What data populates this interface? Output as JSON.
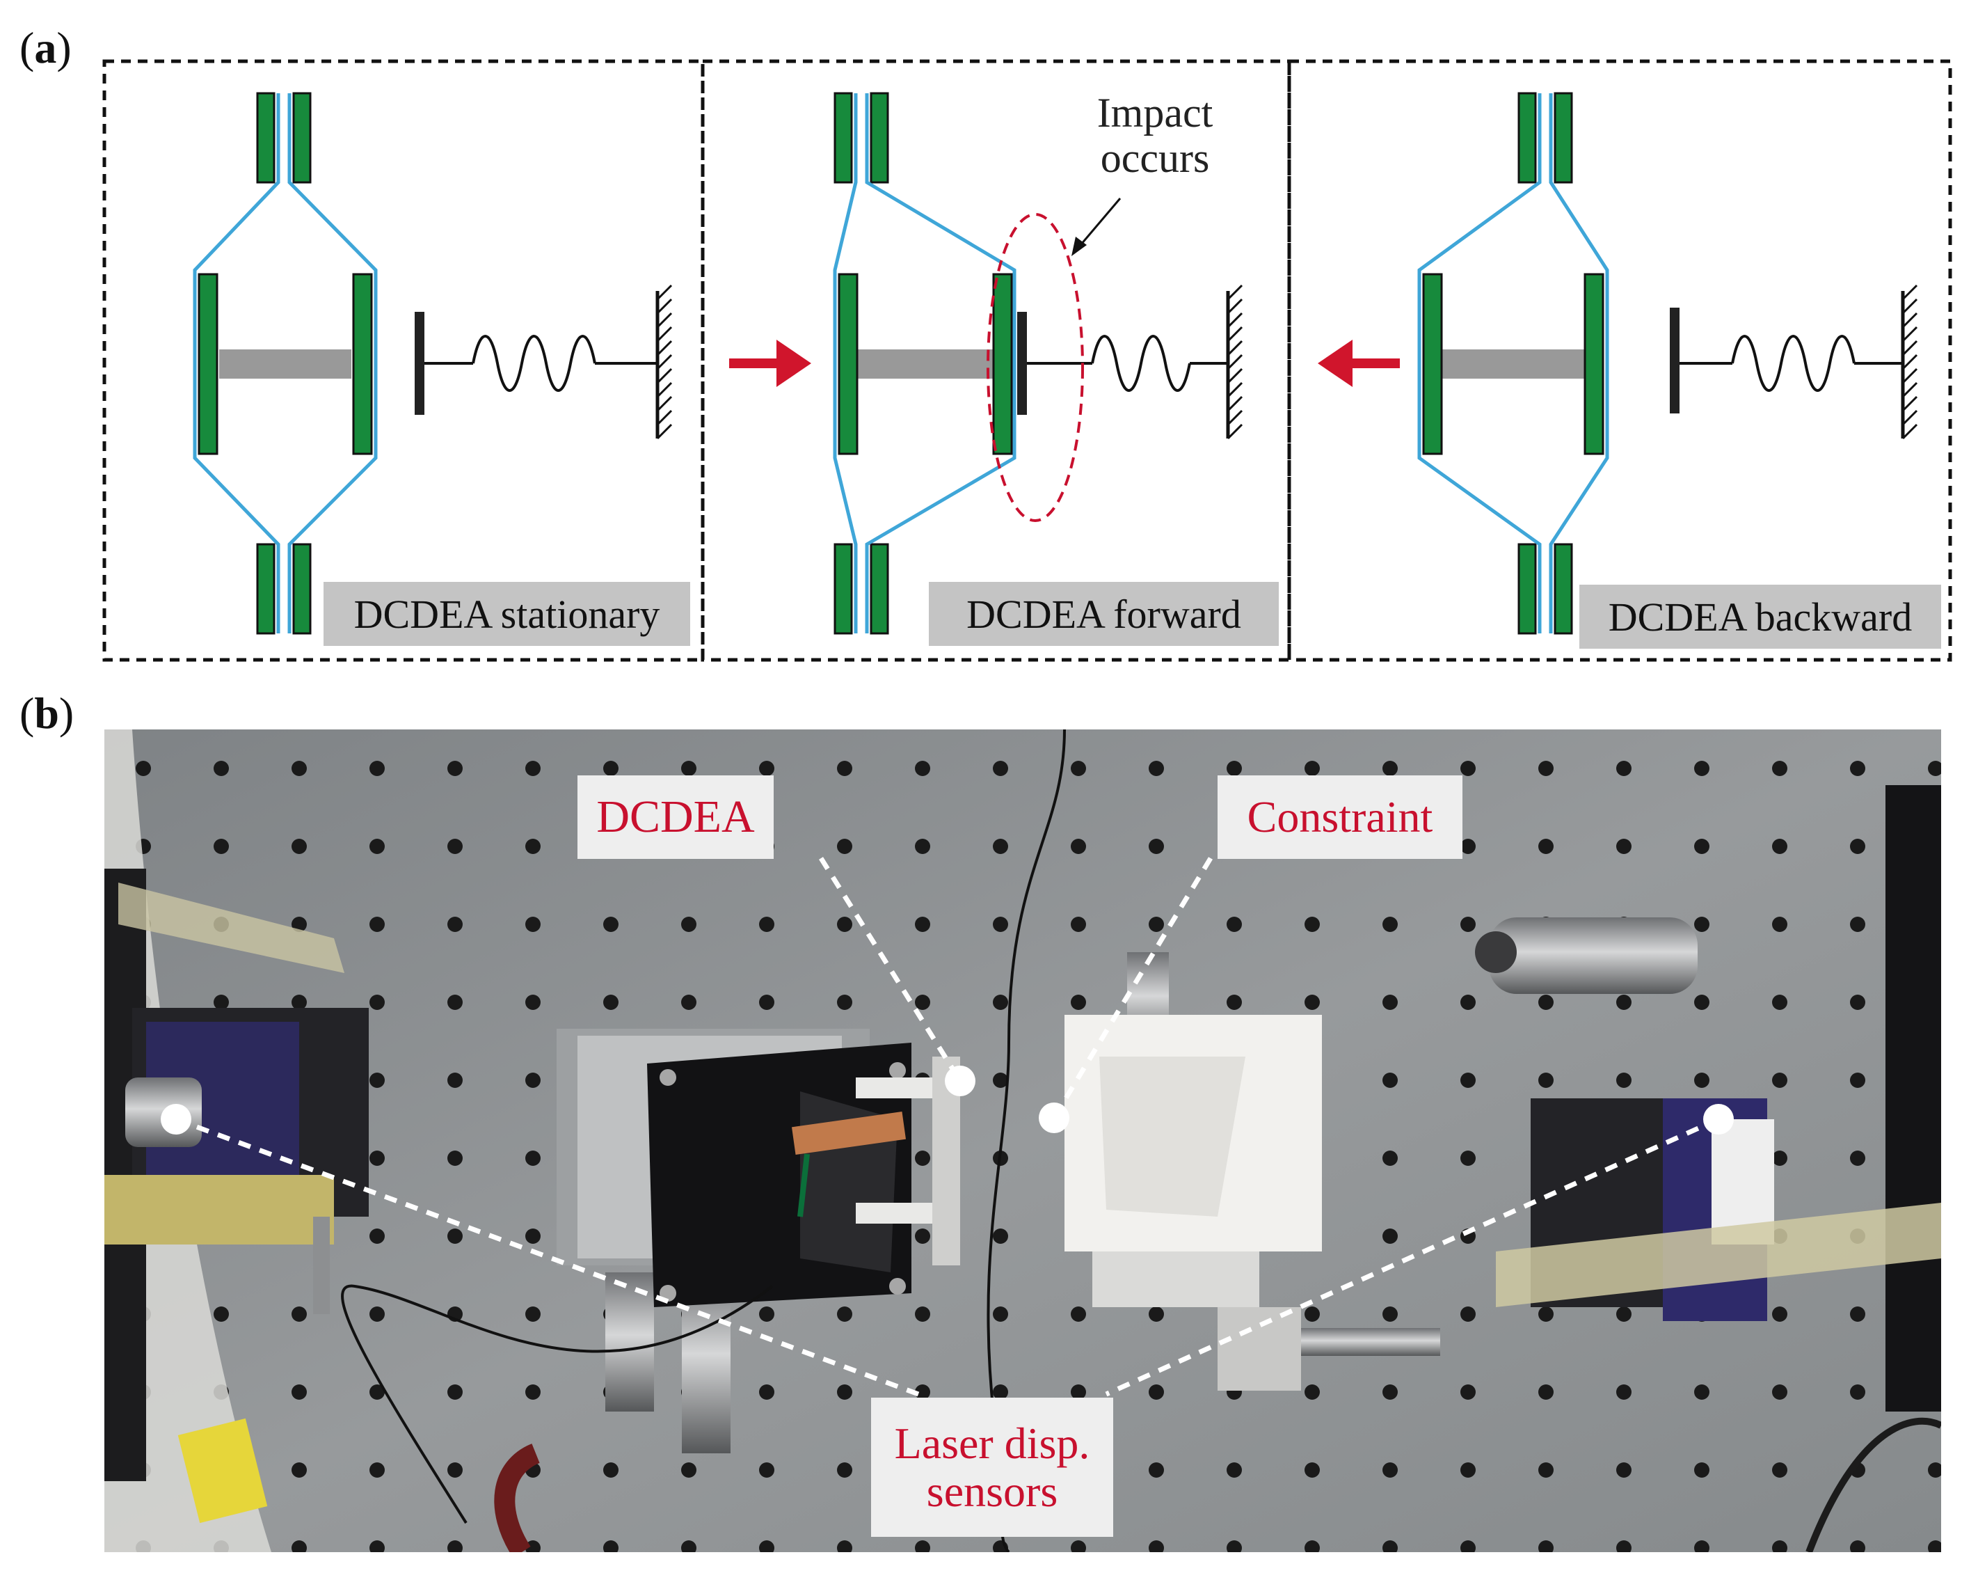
{
  "panel_a": {
    "letter": "a",
    "states": [
      {
        "caption": "DCDEA stationary"
      },
      {
        "caption": "DCDEA forward"
      },
      {
        "caption": "DCDEA backward"
      }
    ],
    "annotation": {
      "line1": "Impact",
      "line2": "occurs"
    },
    "colors": {
      "frame": "#3fa6d8",
      "electrode": "#178a3c",
      "rod": "#999999",
      "arrow": "#d0152c",
      "ellipse": "#c8102e",
      "caption_bg": "#c4c4c4"
    }
  },
  "panel_b": {
    "letter": "b",
    "labels": {
      "dcdea": "DCDEA",
      "constraint": "Constraint",
      "sensors_line1": "Laser disp.",
      "sensors_line2": "sensors"
    },
    "colors": {
      "label_text": "#c8102e",
      "label_bg": "#eeeeee",
      "table": "#8e9194",
      "hole": "#1a1a1a"
    }
  }
}
